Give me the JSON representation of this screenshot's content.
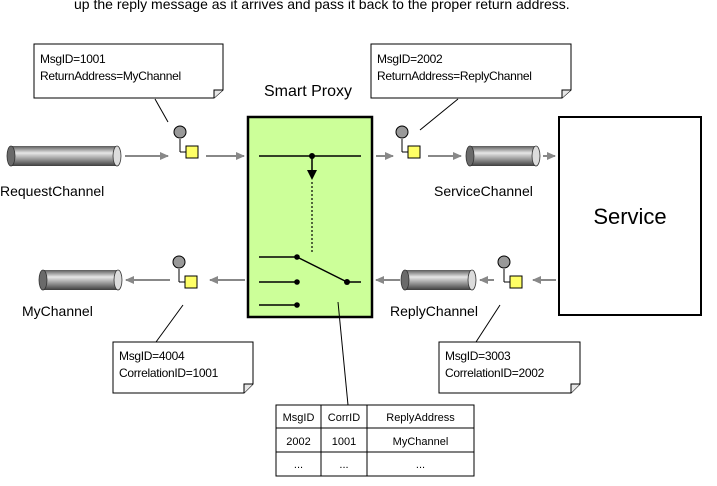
{
  "intro_text": "up the reply message as it arrives and pass it back to the proper return address.",
  "smart_proxy": {
    "title": "Smart Proxy",
    "color": "#ccff99"
  },
  "service": {
    "label": "Service"
  },
  "channels": {
    "request": "RequestChannel",
    "service": "ServiceChannel",
    "reply": "ReplyChannel",
    "my": "MyChannel"
  },
  "notes": {
    "top_left": [
      "MsgID=1001",
      "ReturnAddress=MyChannel"
    ],
    "top_right": [
      "MsgID=2002",
      "ReturnAddress=ReplyChannel"
    ],
    "bottom_left": [
      "MsgID=4004",
      "CorrelationID=1001"
    ],
    "bottom_right": [
      "MsgID=3003",
      "CorrelationID=2002"
    ]
  },
  "table": {
    "headers": [
      "MsgID",
      "CorrID",
      "ReplyAddress"
    ],
    "rows": [
      [
        "2002",
        "1001",
        "MyChannel"
      ],
      [
        "...",
        "...",
        "..."
      ]
    ]
  },
  "colors": {
    "message_body": "#ffff66",
    "message_header": "#999999",
    "channel": "#999999",
    "arrow": "#888888"
  }
}
